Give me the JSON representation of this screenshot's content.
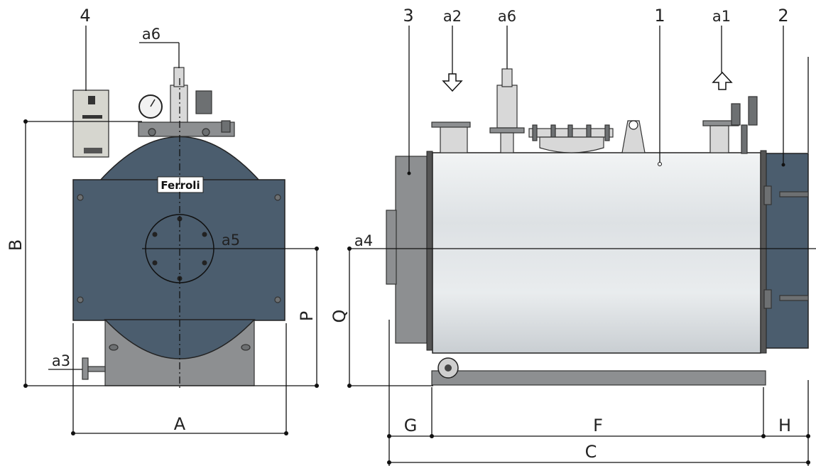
{
  "logo": {
    "text": "Ferroli"
  },
  "front_view": {
    "callouts": {
      "panel": "4",
      "valve": "a6",
      "flange": "a5",
      "drain": "a3"
    },
    "dimensions": {
      "width": "A",
      "height": "B",
      "axis_height": "P"
    }
  },
  "side_view": {
    "callouts": {
      "body": "1",
      "rear_door": "2",
      "front_chamber": "3",
      "inlet": "a2",
      "valve": "a6",
      "outlet": "a1",
      "burner_axis": "a4"
    },
    "dimensions": {
      "front_length": "G",
      "body_length": "F",
      "rear_length": "H",
      "total_length": "C",
      "axis_height": "Q"
    }
  },
  "colors": {
    "door": "#4b5d6e",
    "shell": "#dfe3e6",
    "base": "#8d8f91",
    "lines": "#111111"
  }
}
